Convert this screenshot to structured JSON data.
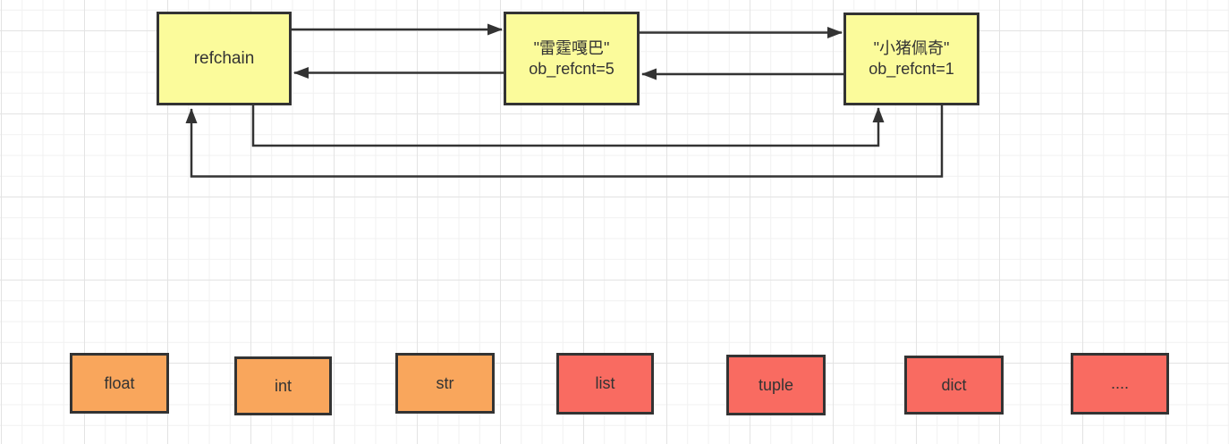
{
  "diagram": {
    "nodes": {
      "refchain": {
        "label": "refchain"
      },
      "obj1": {
        "line1": "\"雷霆嘎巴\"",
        "line2": "ob_refcnt=5"
      },
      "obj2": {
        "line1": "\"小猪佩奇\"",
        "line2": "ob_refcnt=1"
      }
    },
    "type_boxes": [
      {
        "label": "float",
        "color": "orange"
      },
      {
        "label": "int",
        "color": "orange"
      },
      {
        "label": "str",
        "color": "orange"
      },
      {
        "label": "list",
        "color": "red"
      },
      {
        "label": "tuple",
        "color": "red"
      },
      {
        "label": "dict",
        "color": "red"
      },
      {
        "label": "....",
        "color": "red"
      }
    ],
    "colors": {
      "node_fill": "#fbfb9b",
      "orange_fill": "#f9a65c",
      "red_fill": "#f96b61",
      "stroke": "#333333",
      "grid_minor": "#f1f1f1",
      "grid_major": "#e3e3e3"
    }
  }
}
